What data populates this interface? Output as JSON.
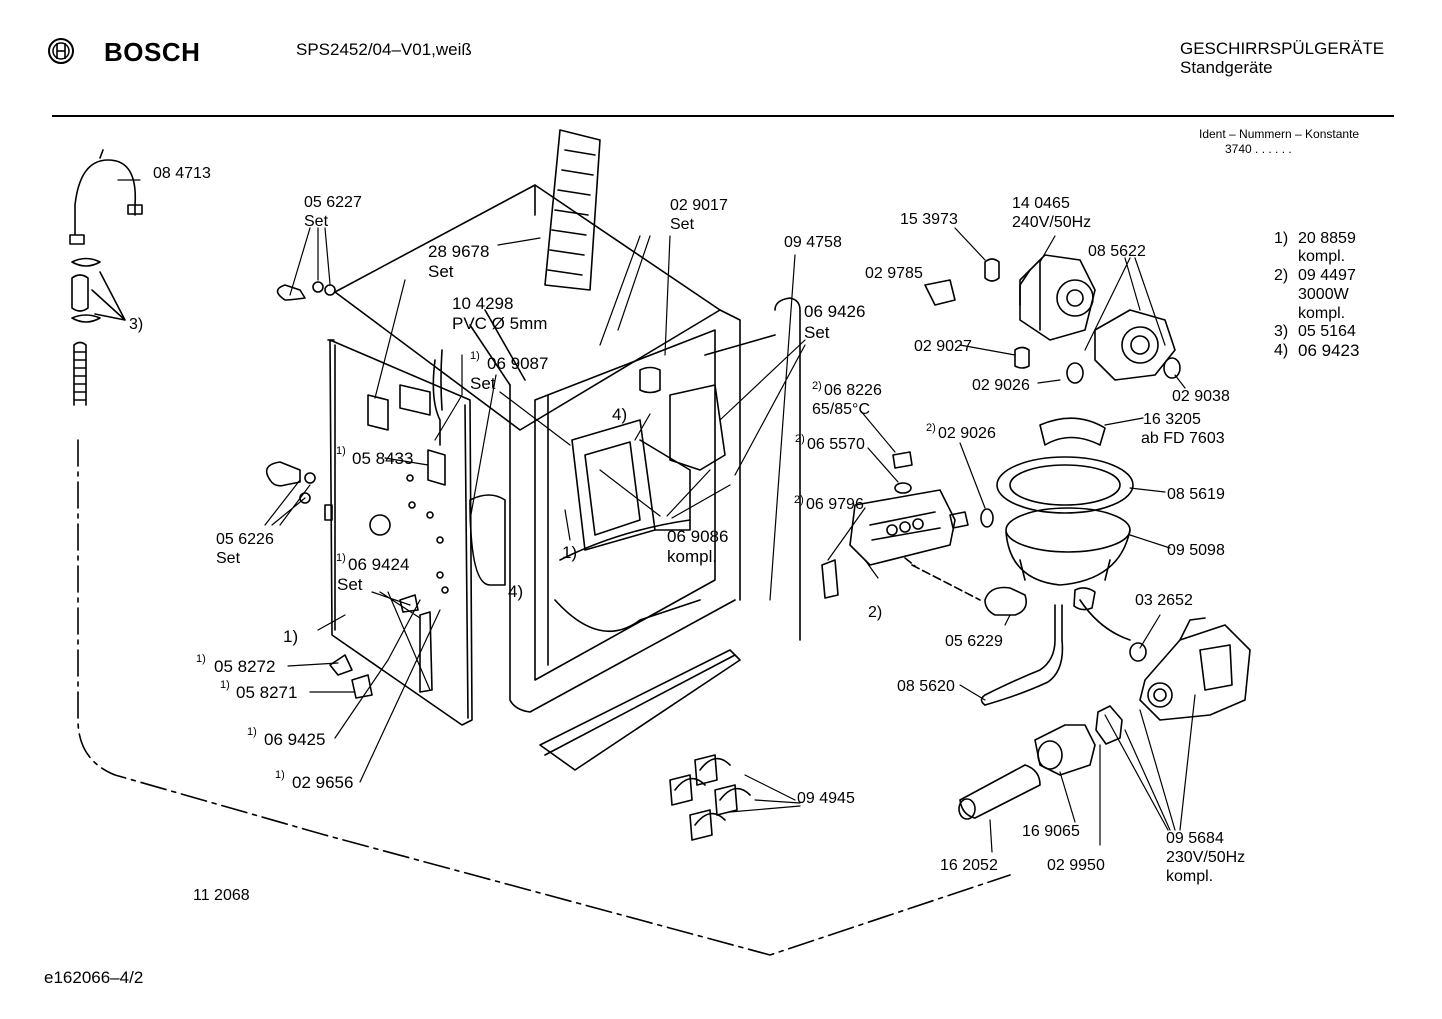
{
  "header": {
    "brand": "BOSCH",
    "model": "SPS2452/04–V01,weiß",
    "category": "GESCHIRRSPÜLGERÄTE",
    "subcategory": "Standgeräte",
    "ident_label": "Ident – Nummern – Konstante",
    "ident_value": "3740  .  .    .  .  .  ."
  },
  "footer": {
    "doc_id": "e162066–4/2"
  },
  "legend": [
    {
      "n": "1)",
      "part": "20 8859",
      "note": "kompl."
    },
    {
      "n": "2)",
      "part": "09 4497",
      "note": "3000W"
    },
    {
      "n": "",
      "part": "kompl.",
      "note": ""
    },
    {
      "n": "3)",
      "part": "05 5164",
      "note": ""
    },
    {
      "n": "4)",
      "part": "06 9423",
      "note": ""
    }
  ],
  "labels": {
    "p084713": "08 4713",
    "fn3": "3)",
    "p056227": "05 6227",
    "set": "Set",
    "p289678": "28 9678",
    "p104298": "10 4298",
    "pvc": "PVC Ø 5mm",
    "p069087": "06 9087",
    "p058433": "05 8433",
    "p056226": "05 6226",
    "p069424": "06 9424",
    "fn1": "1)",
    "fn2": "2)",
    "fn4": "4)",
    "p058272": "05 8272",
    "p058271": "05 8271",
    "p069425": "06 9425",
    "p029656": "02 9656",
    "p112068": "11 2068",
    "p029017": "02 9017",
    "p094758": "09 4758",
    "p069426": "06 9426",
    "p069086": "06 9086",
    "kompl": "kompl.",
    "p094945": "09 4945",
    "p153973": "15 3973",
    "p140465": "14 0465",
    "v240": "240V/50Hz",
    "p085622": "08 5622",
    "p029785": "02 9785",
    "p029027": "02 9027",
    "p029026": "02 9026",
    "p029038": "02 9038",
    "p068226": "06 8226",
    "temp": "65/85°C",
    "p065570": "06 5570",
    "p029026b": "02 9026",
    "p163205": "16 3205",
    "fd": "ab FD 7603",
    "p085619": "08 5619",
    "p069796": "06 9796",
    "p095098": "09 5098",
    "p032652": "03 2652",
    "p056229": "05 6229",
    "p085620": "08 5620",
    "p162052": "16 2052",
    "p169065": "16 9065",
    "p029950": "02 9950",
    "p095684": "09 5684",
    "v230": "230V/50Hz"
  }
}
